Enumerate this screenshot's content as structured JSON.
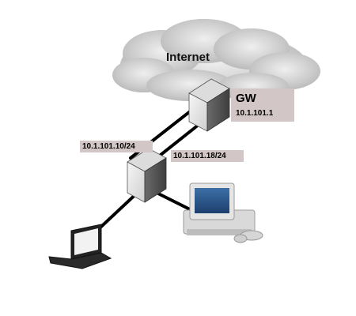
{
  "cloud": {
    "label": "Internet"
  },
  "gateway": {
    "label": "GW",
    "ip": "10.1.101.1"
  },
  "links": {
    "switch_uplink_ip": "10.1.101.10/24",
    "switch_second_ip": "10.1.101.18/24"
  },
  "devices": {
    "cloud_icon": "cloud-icon",
    "gateway_icon": "router-icon",
    "switch_icon": "switch-icon",
    "laptop_icon": "laptop-icon",
    "desktop_icon": "desktop-computer-icon"
  },
  "colors": {
    "label_bg": "#d3c6c6",
    "cable": "#000000",
    "device_body": "#5a5a5a",
    "device_face": "#e8e8e8",
    "cloud": "#cfcfcf"
  }
}
